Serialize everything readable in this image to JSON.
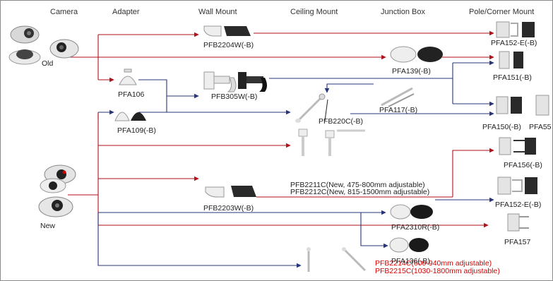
{
  "headers": {
    "camera": "Camera",
    "adapter": "Adapter",
    "wall_mount": "Wall Mount",
    "ceiling_mount": "Ceiling Mount",
    "junction_box": "Junction Box",
    "pole_corner_mount": "Pole/Corner Mount"
  },
  "cameras": {
    "old": "Old",
    "new": "New"
  },
  "parts": {
    "pfb2204w": "PFB2204W(-B)",
    "pfa106": "PFA106",
    "pfb305w": "PFB305W(-B)",
    "pfa109": "PFA109(-B)",
    "pfb220c": "PFB220C(-B)",
    "pfa117": "PFA117(-B)",
    "pfa139": "PFA139(-B)",
    "pfa152e_top": "PFA152-E(-B)",
    "pfa151": "PFA151(-B)",
    "pfa150": "PFA150(-B)",
    "pfa55": "PFA55",
    "pfb2211c": "PFB2211C(New, 475-800mm adjustable)",
    "pfb2212c": "PFB2212C(New, 815-1500mm adjustable)",
    "pfa156": "PFA156(-B)",
    "pfb2203w": "PFB2203W(-B)",
    "pfa2310r": "PFA2310R(-B)",
    "pfa152e_bottom": "PFA152-E(-B)",
    "pfa136": "PFA136(-B)",
    "pfa157": "PFA157",
    "pfb2214c": "PFB2214C(600-940mm adjustable)",
    "pfb2215c": "PFB2215C(1030-1800mm adjustable)"
  },
  "colors": {
    "red_line": "#b0121b",
    "blue_line": "#27347a",
    "red_text": "#d40000"
  },
  "icons": {
    "camera": "dome-camera-icon",
    "adapter": "adapter-icon",
    "wall_mount": "wall-bracket-icon",
    "ceiling_mount": "pendant-pole-icon",
    "junction_box": "junction-box-icon",
    "pole_mount": "pole-clamp-icon"
  }
}
